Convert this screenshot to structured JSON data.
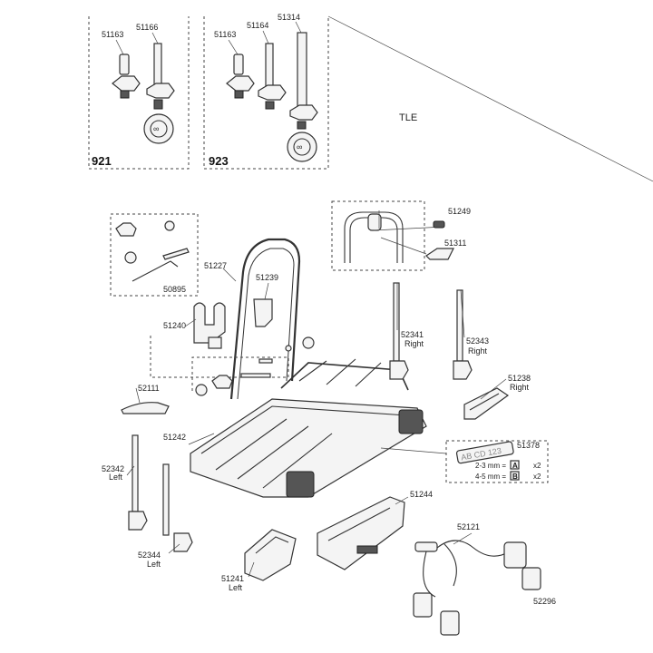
{
  "kits": {
    "k921": {
      "number": "921",
      "parts": [
        "51163",
        "51166"
      ]
    },
    "k923": {
      "number": "923",
      "parts": [
        "51163",
        "51164",
        "51314"
      ]
    }
  },
  "corner_text": "TLE",
  "parts": {
    "p51249": "51249",
    "p51311": "51311",
    "p51227": "51227",
    "p51239": "51239",
    "p50895": "50895",
    "p51240": "51240",
    "p52341": "52341",
    "p52341_side": "Right",
    "p52343": "52343",
    "p52343_side": "Right",
    "p51238": "51238",
    "p51238_side": "Right",
    "p52111": "52111",
    "p51242": "51242",
    "p51378": "51378",
    "p52342": "52342",
    "p52342_side": "Left",
    "p51244": "51244",
    "p52344": "52344",
    "p52344_side": "Left",
    "p51241": "51241",
    "p51241_side": "Left",
    "p52121": "52121",
    "p52296": "52296"
  },
  "plate": {
    "text": "AB CD 123",
    "row1": "2-3 mm =",
    "row1_letter": "A",
    "row1_qty": "x2",
    "row2": "4-5 mm =",
    "row2_letter": "B",
    "row2_qty": "x2"
  }
}
